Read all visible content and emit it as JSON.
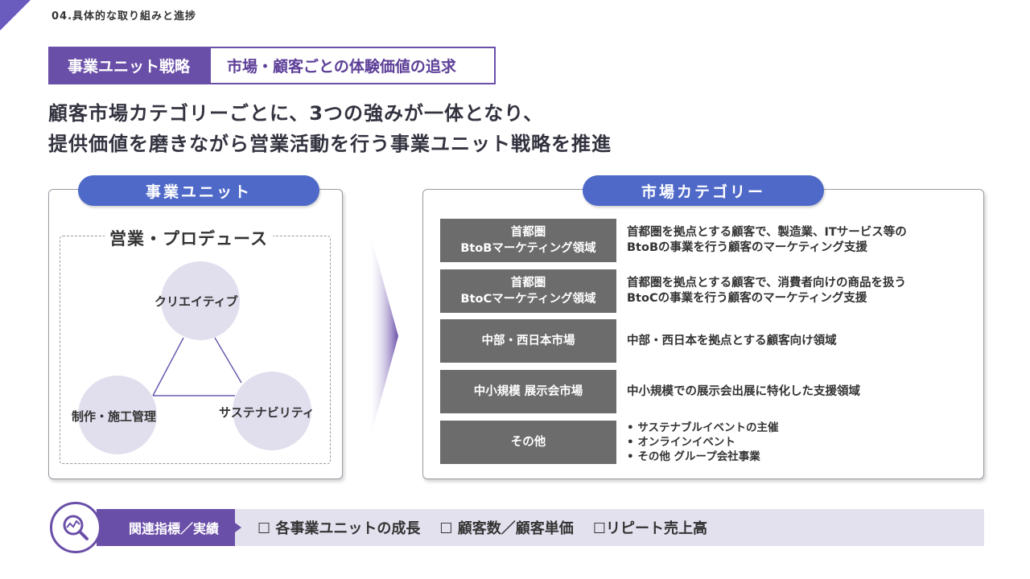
{
  "section_label": "04.具体的な取り組みと進捗",
  "tags": {
    "primary": "事業ユニット戦略",
    "secondary": "市場・顧客ごとの体験価値の追求"
  },
  "headline": {
    "line1": "顧客市場カテゴリーごとに、3つの強みが一体となり、",
    "line2": "提供価値を磨きながら営業活動を行う事業ユニット戦略を推進"
  },
  "left_panel": {
    "pill": "事業ユニット",
    "group_title": "営業・プロデュース",
    "strengths": [
      "クリエイティブ",
      "制作・施工管理",
      "サステナビリティ"
    ]
  },
  "right_panel": {
    "pill": "市場カテゴリー",
    "rows": [
      {
        "label": [
          "首都圏",
          "BtoBマーケティング領域"
        ],
        "desc": [
          "首都圏を拠点とする顧客で、製造業、ITサービス等の",
          "BtoBの事業を行う顧客のマーケティング支援"
        ]
      },
      {
        "label": [
          "首都圏",
          "BtoCマーケティング領域"
        ],
        "desc": [
          "首都圏を拠点とする顧客で、消費者向けの商品を扱う",
          "BtoCの事業を行う顧客のマーケティング支援"
        ]
      },
      {
        "label": [
          "中部・西日本市場"
        ],
        "desc": [
          "中部・西日本を拠点とする顧客向け領域"
        ]
      },
      {
        "label": [
          "中小規模 展示会市場"
        ],
        "desc": [
          "中小規模での展示会出展に特化した支援領域"
        ]
      },
      {
        "label": [
          "その他"
        ],
        "desc": [
          "• サステナブルイベントの主催",
          "• オンラインイベント",
          "• その他 グループ会社事業"
        ]
      }
    ]
  },
  "kpi": {
    "label": "関連指標／実績",
    "items": [
      "☐ 各事業ユニットの成長",
      "☐ 顧客数／顧客単価",
      "☐リピート売上高"
    ],
    "icon": "magnifier-chart-icon"
  },
  "colors": {
    "purple": "#6a4fa8",
    "blue": "#4e69c8",
    "gray": "#6c6c6c",
    "lavender": "#e1dfee"
  }
}
